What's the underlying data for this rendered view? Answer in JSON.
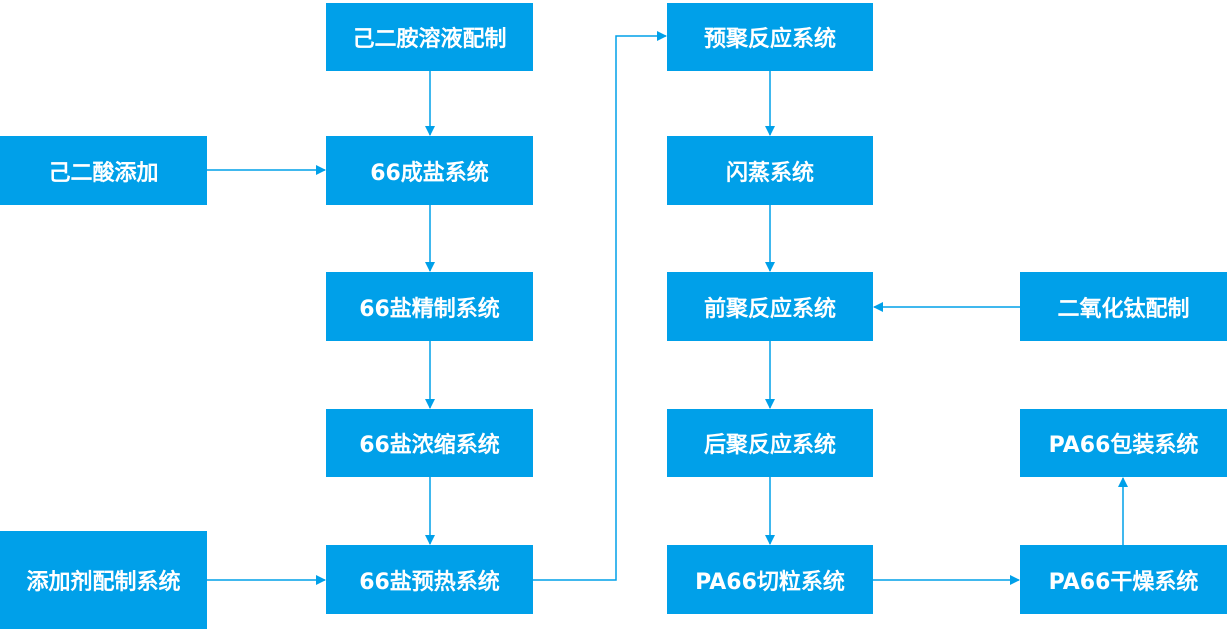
{
  "colors": {
    "box_fill": "#00a0e9",
    "box_text": "#ffffff",
    "connector": "#00a0e9"
  },
  "nodes": {
    "jieryiansuan_peizhi": "己二胺溶液配制",
    "chengyan": "66成盐系统",
    "yan_jingzhi": "66盐精制系统",
    "yan_nongsuo": "66盐浓缩系统",
    "yan_yure": "66盐预热系统",
    "jiersuan_tianjia": "己二酸添加",
    "tianjiaji_peizhi": "添加剂配制系统",
    "yuju": "预聚反应系统",
    "shanzheng": "闪蒸系统",
    "qianju": "前聚反应系统",
    "houju": "后聚反应系统",
    "qieli": "PA66切粒系统",
    "tio2_peizhi": "二氧化钛配制",
    "baozhuang": "PA66包装系统",
    "ganzao": "PA66干燥系统"
  }
}
